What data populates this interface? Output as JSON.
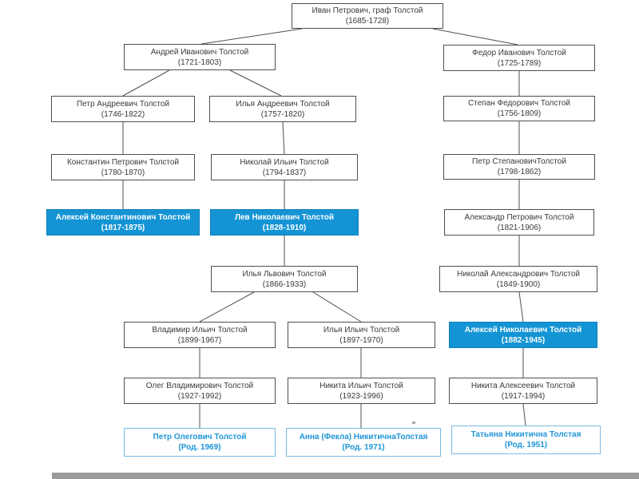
{
  "diagram_type": "family-tree",
  "colors": {
    "highlight_fill": "#1494d4",
    "highlight_text": "#ffffff",
    "living_descendant_text": "#1e95d8",
    "living_descendant_border": "#79bae2",
    "box_border": "#4f4f4f",
    "connector_line": "#4f4f4f",
    "background": "#ffffff"
  },
  "nodes": [
    {
      "id": "ivan-petrovich",
      "name": "Иван Петрович, граф Толстой",
      "dates": "(1685-1728)",
      "style": "normal"
    },
    {
      "id": "andrey-ivanovich",
      "name": "Андрей Иванович Толстой",
      "dates": "(1721-1803)",
      "style": "normal"
    },
    {
      "id": "fedor-ivanovich",
      "name": "Федор Иванович Толстой",
      "dates": "(1725-1789)",
      "style": "normal"
    },
    {
      "id": "petr-andreevich",
      "name": "Петр Андреевич Толстой",
      "dates": "(1746-1822)",
      "style": "normal"
    },
    {
      "id": "ilya-andreevich",
      "name": "Илья Андреевич Толстой",
      "dates": "(1757-1820)",
      "style": "normal"
    },
    {
      "id": "stepan-fedorovich",
      "name": "Степан Федорович Толстой",
      "dates": "(1756-1809)",
      "style": "normal"
    },
    {
      "id": "konstantin-petrovich",
      "name": "Константин Петрович Толстой",
      "dates": "(1780-1870)",
      "style": "normal"
    },
    {
      "id": "nikolay-ilich",
      "name": "Николай Ильич Толстой",
      "dates": "(1794-1837)",
      "style": "normal"
    },
    {
      "id": "petr-stepanovich",
      "name": "Петр СтепановичТолстой",
      "dates": "(1798-1862)",
      "style": "normal"
    },
    {
      "id": "aleksey-konstantinovich",
      "name": "Алексей Константинович Толстой",
      "dates": "(1817-1875)",
      "style": "highlight"
    },
    {
      "id": "lev-nikolaevich",
      "name": "Лев Николаевич Толстой",
      "dates": "(1828-1910)",
      "style": "highlight"
    },
    {
      "id": "aleksandr-petrovich",
      "name": "Александр Петрович Толстой",
      "dates": "(1821-1906)",
      "style": "normal"
    },
    {
      "id": "ilya-lvovich",
      "name": "Илья Львович Толстой",
      "dates": "(1866-1933)",
      "style": "normal"
    },
    {
      "id": "nikolay-aleksandrovich",
      "name": "Николай Александрович Толстой",
      "dates": "(1849-1900)",
      "style": "normal"
    },
    {
      "id": "vladimir-ilich",
      "name": "Владимир Ильич Толстой",
      "dates": "(1899-1967)",
      "style": "normal"
    },
    {
      "id": "ilya-ilich",
      "name": "Илья Ильич Толстой",
      "dates": "(1897-1970)",
      "style": "normal"
    },
    {
      "id": "aleksey-nikolaevich",
      "name": "Алексей Николаевич Толстой",
      "dates": "(1882-1945)",
      "style": "highlight"
    },
    {
      "id": "oleg-vladimirovich",
      "name": "Олег Владимирович Толстой",
      "dates": "(1927-1992)",
      "style": "normal"
    },
    {
      "id": "nikita-ilich",
      "name": "Никита Ильич Толстой",
      "dates": "(1923-1996)",
      "style": "normal"
    },
    {
      "id": "nikita-alekseevich",
      "name": "Никита Алексеевич Толстой",
      "dates": "(1917-1994)",
      "style": "normal"
    },
    {
      "id": "petr-olegovich",
      "name": "Петр Олегович Толстой",
      "dates": "(Род. 1969)",
      "style": "outline"
    },
    {
      "id": "anna-fekla",
      "name": "Анна (Фекла) НикитичнаТолстая",
      "dates": "(Род. 1971)",
      "style": "outline"
    },
    {
      "id": "tatyana-nikitichna",
      "name": "Татьяна Никитична Толстая",
      "dates": "(Род. 1951)",
      "style": "outline"
    }
  ]
}
